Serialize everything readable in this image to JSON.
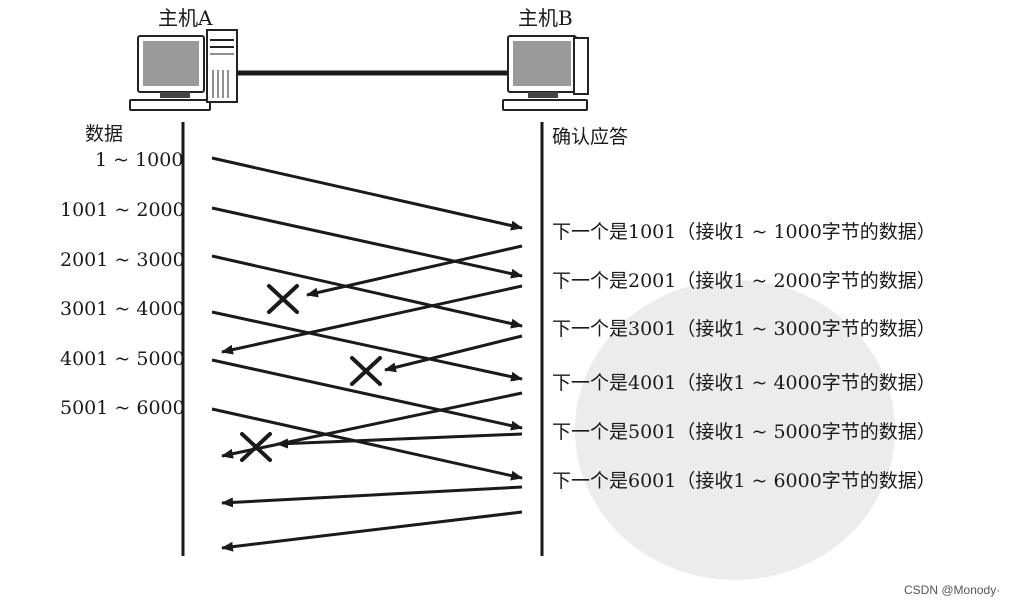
{
  "hosts": {
    "a": {
      "label": "主机A"
    },
    "b": {
      "label": "主机B"
    }
  },
  "columns": {
    "left_title": "数据",
    "right_title": "确认应答"
  },
  "segments": [
    "1 ~ 1000",
    "1001 ~ 2000",
    "2001 ~ 3000",
    "3001 ~ 4000",
    "4001 ~ 5000",
    "5001 ~ 6000"
  ],
  "acks": [
    "下一个是1001（接收1 ~ 1000字节的数据）",
    "下一个是2001（接收1 ~ 2000字节的数据）",
    "下一个是3001（接收1 ~ 3000字节的数据）",
    "下一个是4001（接收1 ~ 4000字节的数据）",
    "下一个是5001（接收1 ~ 5000字节的数据）",
    "下一个是6001（接收1 ~ 6000字节的数据）"
  ],
  "lost_ack_marks": 3,
  "watermark": "CSDN @Monody·"
}
